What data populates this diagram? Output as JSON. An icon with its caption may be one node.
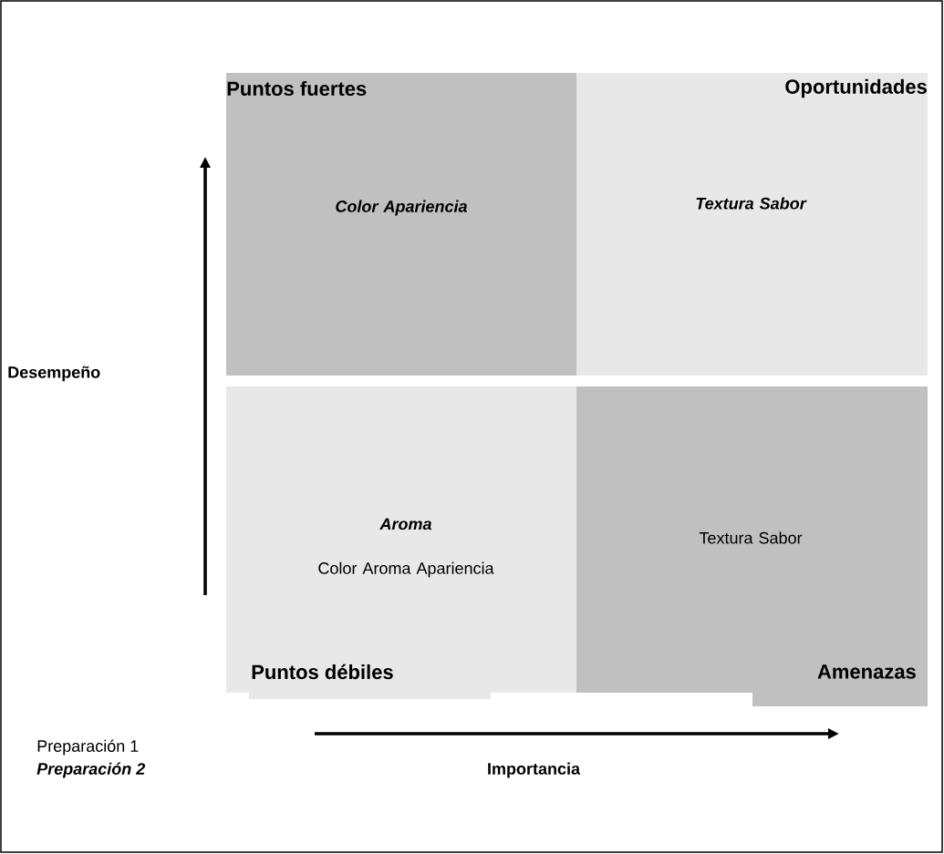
{
  "diagram": {
    "nodes": [
      {
        "text": [
          "Puntos fuertes",
          "Color Apariencia"
        ]
      },
      {
        "text": [
          "Oportunidades",
          "Textura Sabor"
        ]
      },
      {
        "text": [
          "Aroma",
          "Color Aroma Apariencia",
          "Puntos débiles"
        ]
      },
      {
        "text": [
          "Textura Sabor",
          "Amenazas"
        ]
      }
    ],
    "edges": [],
    "labels": [
      "Desempeño",
      "Importancia"
    ],
    "legend": [
      {
        "text": "Preparación 1"
      },
      {
        "text": "Preparación 2"
      }
    ]
  }
}
